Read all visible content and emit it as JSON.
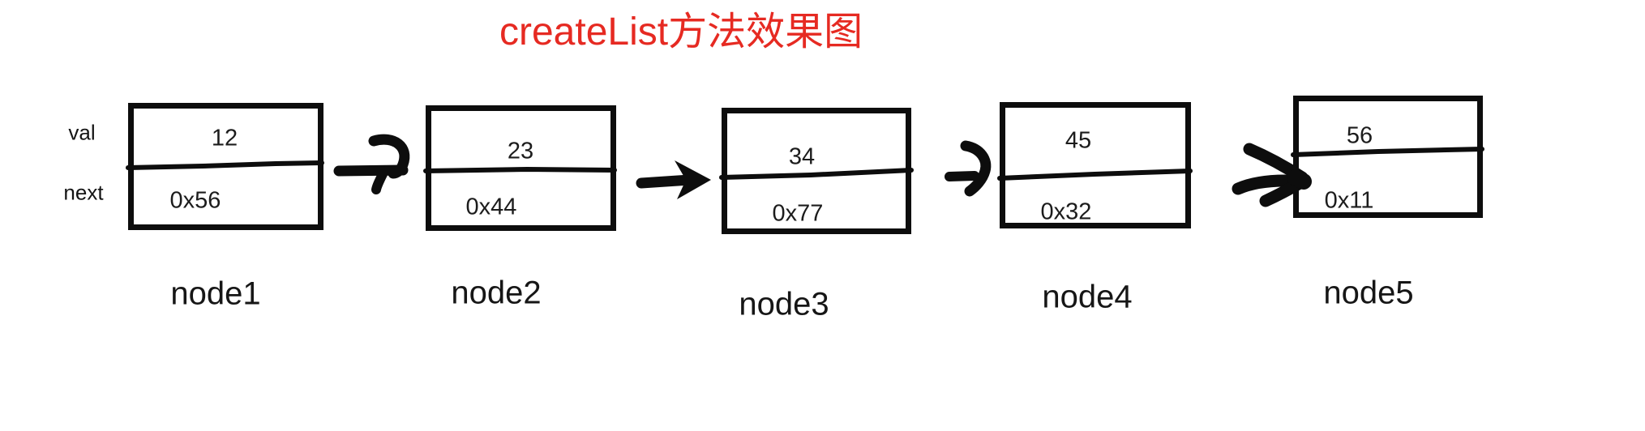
{
  "title": {
    "text": "createList方法效果图",
    "color": "#e62a22"
  },
  "diagram": {
    "type": "linked-list",
    "ink_color": "#0d0d0d",
    "background": "#ffffff",
    "field_labels": {
      "val": "val",
      "next": "next"
    },
    "nodes": [
      {
        "label": "node1",
        "val": "12",
        "next": "0x56"
      },
      {
        "label": "node2",
        "val": "23",
        "next": "0x44"
      },
      {
        "label": "node3",
        "val": "34",
        "next": "0x77"
      },
      {
        "label": "node4",
        "val": "45",
        "next": "0x32"
      },
      {
        "label": "node5",
        "val": "56",
        "next": "0x11"
      }
    ],
    "arrows": [
      {
        "icon": "hand-drawn-hook-arrow-right-icon",
        "from": "node1",
        "to": "node2"
      },
      {
        "icon": "hand-drawn-straight-arrow-right-icon",
        "from": "node2",
        "to": "node3"
      },
      {
        "icon": "hand-drawn-hook-arrow-right-icon",
        "from": "node3",
        "to": "node4"
      },
      {
        "icon": "hand-drawn-double-stroke-arrow-right-icon",
        "from": "node4",
        "to": "node5"
      }
    ]
  }
}
